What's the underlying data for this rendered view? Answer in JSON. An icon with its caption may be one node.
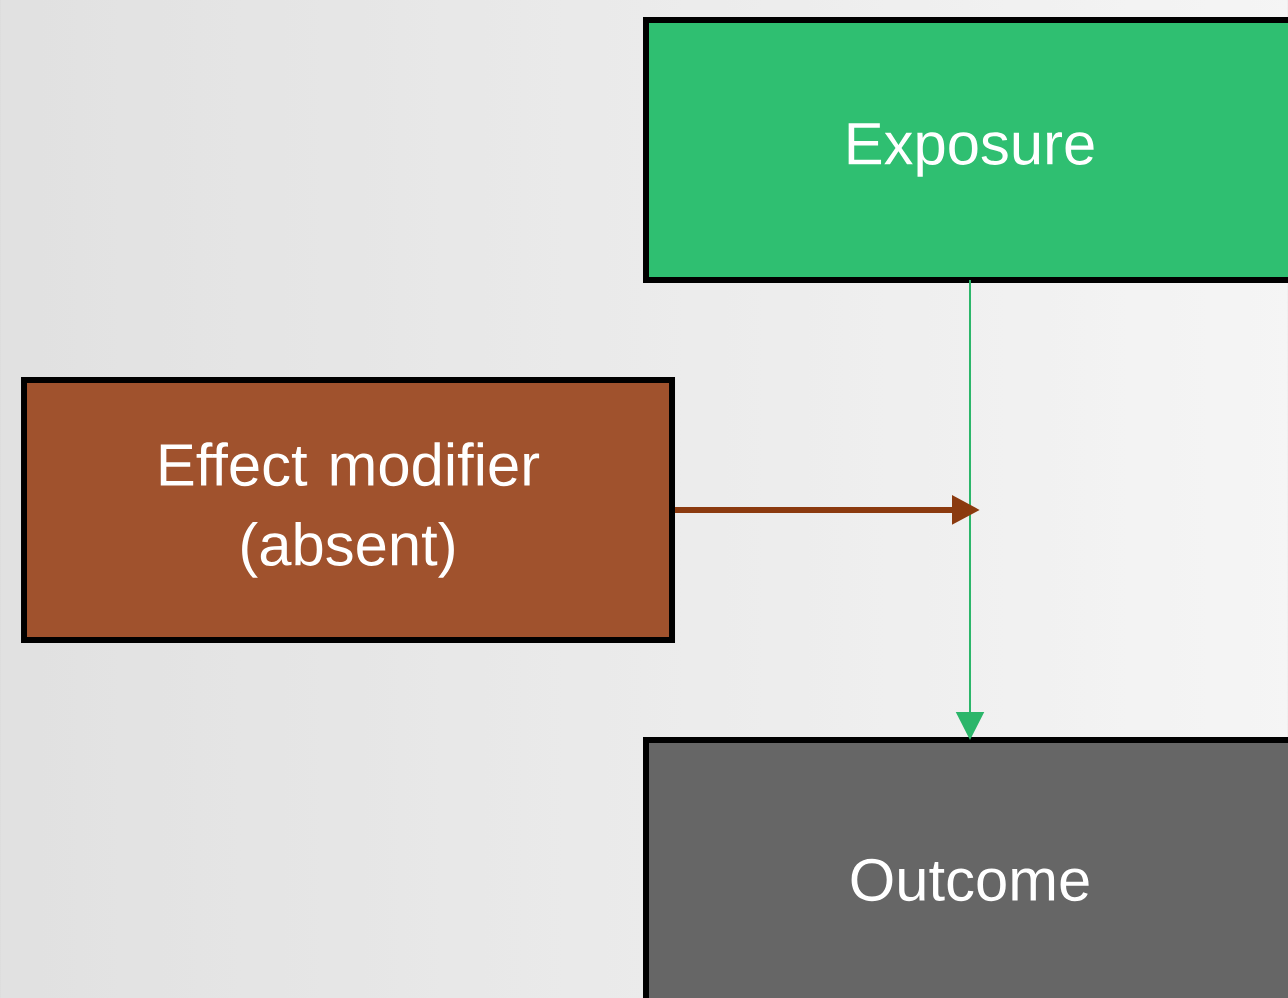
{
  "diagram": {
    "nodes": [
      {
        "text": [
          "Exposure"
        ]
      },
      {
        "text": [
          "Effect modifier (absent)"
        ]
      },
      {
        "text": [
          "Outcome"
        ]
      }
    ],
    "edges": [
      {
        "from": 0,
        "to": 2,
        "arrow": "to",
        "color": "#2bb66a"
      },
      {
        "from": 1,
        "to": null,
        "arrow": "to",
        "style": "thick",
        "color": "#8b3a0f"
      }
    ]
  }
}
